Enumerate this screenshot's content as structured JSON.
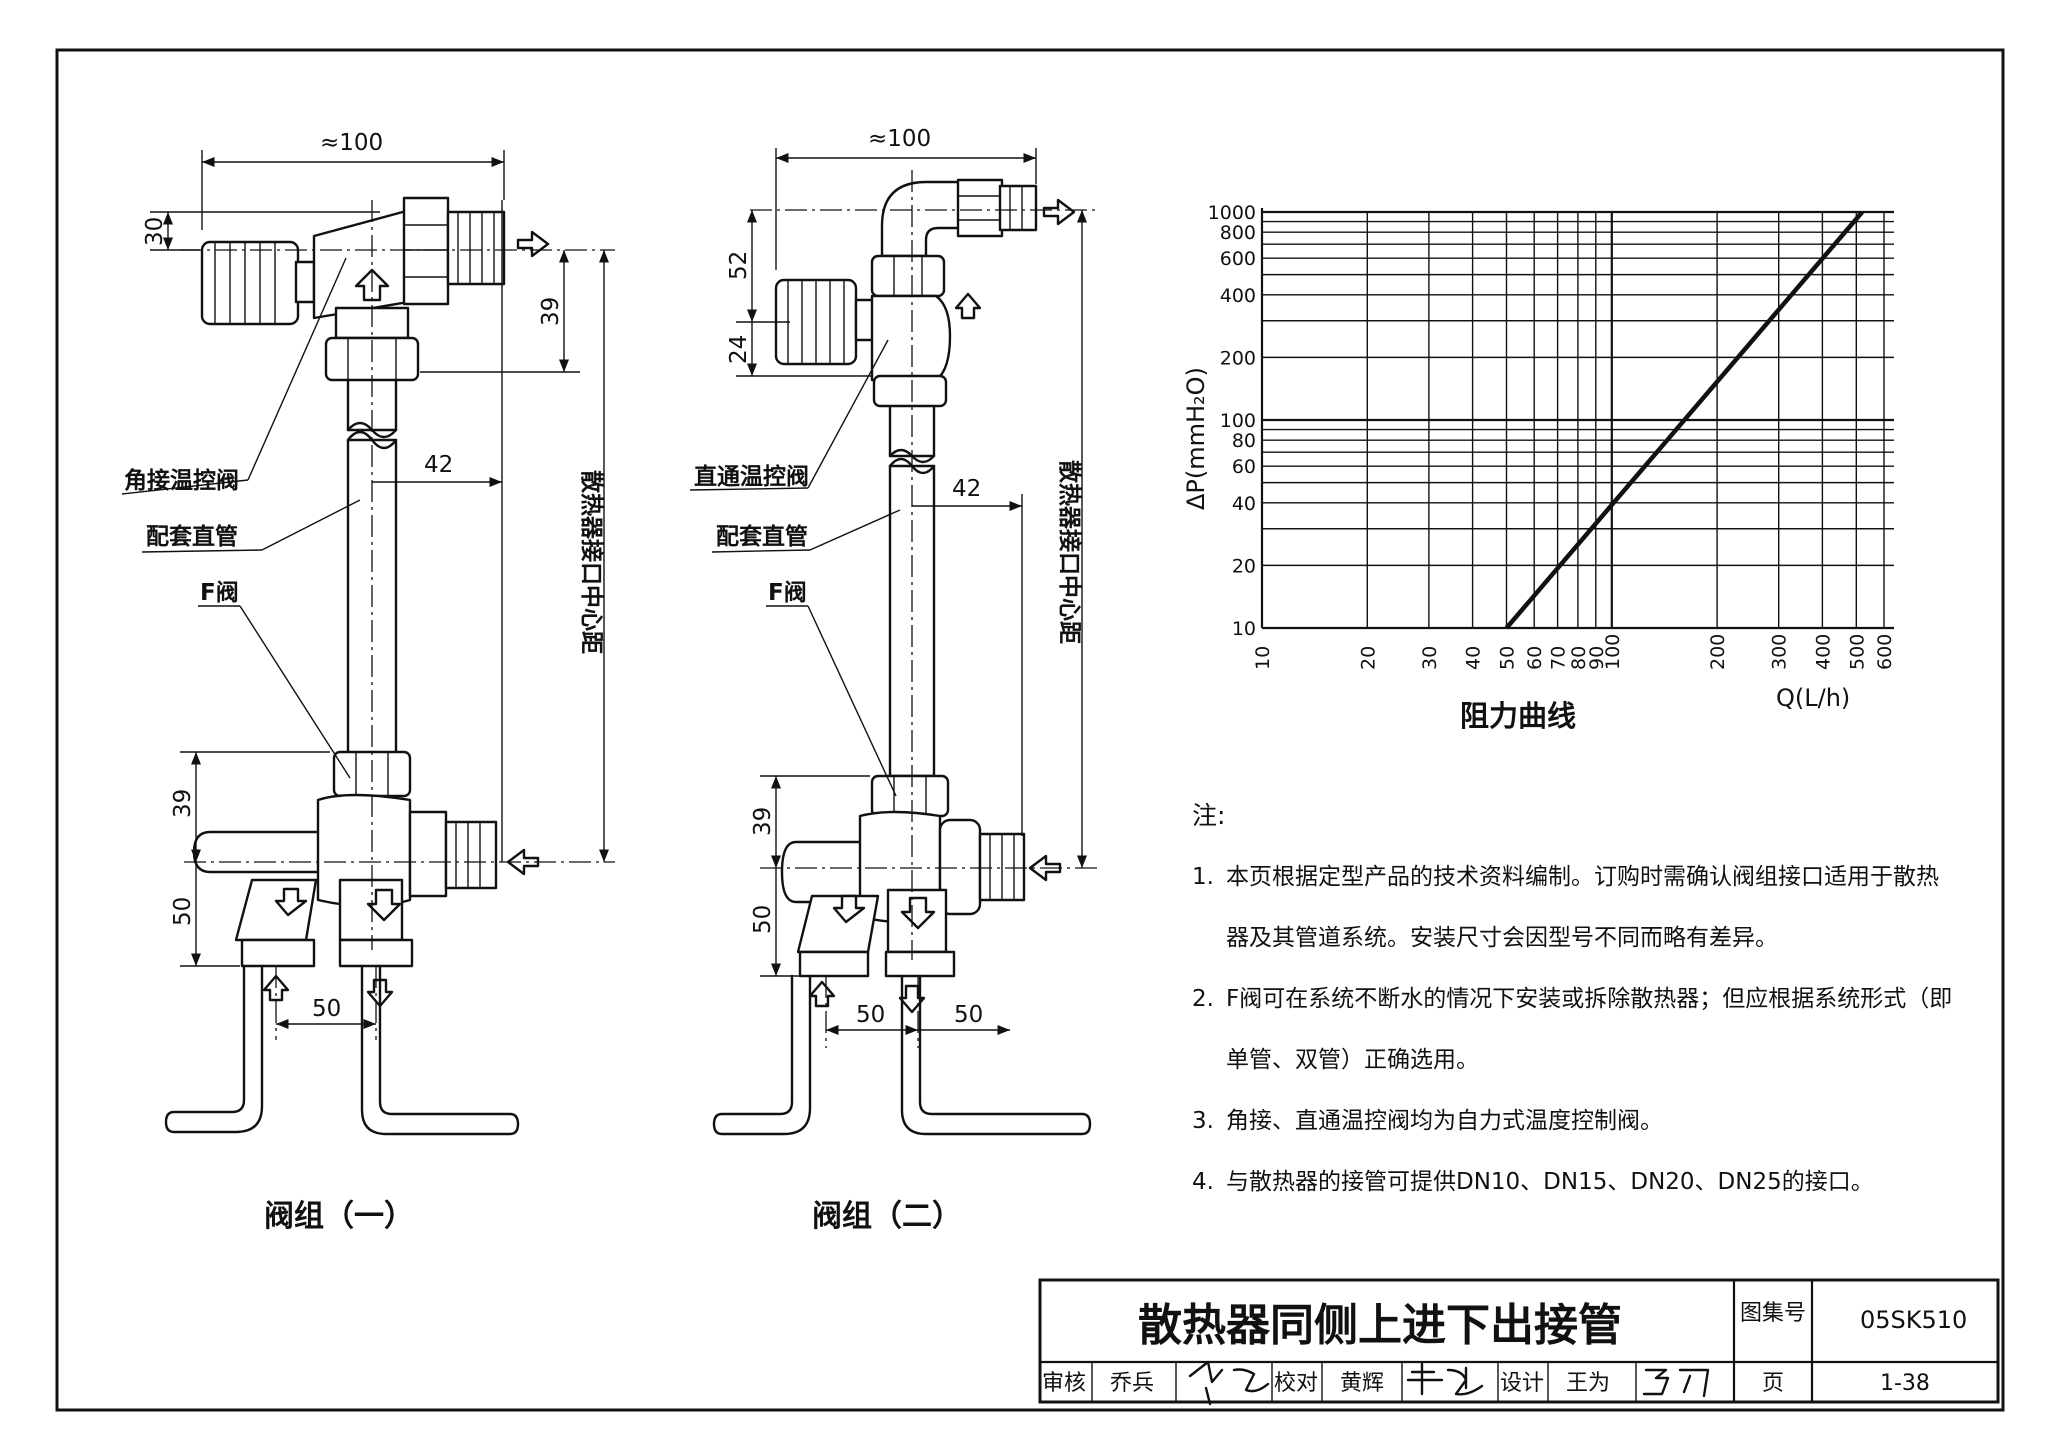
{
  "group1": {
    "caption": "阀组（一）",
    "dim_width": "≈100",
    "dim_30": "30",
    "dim_39_top": "39",
    "dim_42": "42",
    "dim_39_bottom": "39",
    "dim_50_vertical": "50",
    "dim_50_horizontal": "50",
    "label_valve": "角接温控阀",
    "label_pipe": "配套直管",
    "label_f_valve": "F阀",
    "label_center_distance": "散热器接口中心距"
  },
  "group2": {
    "caption": "阀组（二）",
    "dim_width": "≈100",
    "dim_52": "52",
    "dim_24": "24",
    "dim_42": "42",
    "dim_39": "39",
    "dim_50_vertical": "50",
    "dim_50_h_left": "50",
    "dim_50_h_right": "50",
    "label_valve": "直通温控阀",
    "label_pipe": "配套直管",
    "label_f_valve": "F阀",
    "label_center_distance": "散热器接口中心距"
  },
  "chart_data": {
    "type": "line",
    "title": "阻力曲线",
    "xlabel": "Q(L/h)",
    "ylabel": "ΔP(mmH₂O)",
    "x_scale": "log",
    "y_scale": "log",
    "xlim": [
      10,
      600
    ],
    "ylim": [
      10,
      1000
    ],
    "x_ticks": [
      10,
      20,
      30,
      40,
      50,
      60,
      70,
      80,
      90,
      100,
      200,
      300,
      400,
      500,
      600
    ],
    "y_ticks": [
      10,
      20,
      40,
      60,
      80,
      100,
      200,
      400,
      600,
      800,
      1000
    ],
    "x_tick_labels": [
      "10",
      "20",
      "30",
      "40",
      "50",
      "60",
      "70",
      "80",
      "90",
      "100",
      "200",
      "300",
      "400",
      "500",
      "600"
    ],
    "y_tick_labels": [
      "10",
      "20",
      "40",
      "60",
      "80",
      "100",
      "200",
      "400",
      "600",
      "800",
      "1000"
    ],
    "grid": true,
    "series": [
      {
        "x": [
          50,
          520
        ],
        "y": [
          10,
          1000
        ]
      }
    ]
  },
  "notes": {
    "heading": "注:",
    "items": [
      {
        "num": "1.",
        "lines": [
          "本页根据定型产品的技术资料编制。订购时需确认阀组接口适用于散热",
          "器及其管道系统。安装尺寸会因型号不同而略有差异。"
        ]
      },
      {
        "num": "2.",
        "lines": [
          "F阀可在系统不断水的情况下安装或拆除散热器；但应根据系统形式（即",
          "单管、双管）正确选用。"
        ]
      },
      {
        "num": "3.",
        "lines": [
          "角接、直通温控阀均为自力式温度控制阀。"
        ]
      },
      {
        "num": "4.",
        "lines": [
          "与散热器的接管可提供DN10、DN15、DN20、DN25的接口。"
        ]
      }
    ]
  },
  "title_block": {
    "title": "散热器同侧上进下出接管",
    "atlas_label": "图集号",
    "atlas_no": "05SK510",
    "review_label": "审核",
    "review_name": "乔兵",
    "check_label": "校对",
    "check_name": "黄辉",
    "design_label": "设计",
    "design_name": "王为",
    "page_label": "页",
    "page_no": "1-38"
  }
}
